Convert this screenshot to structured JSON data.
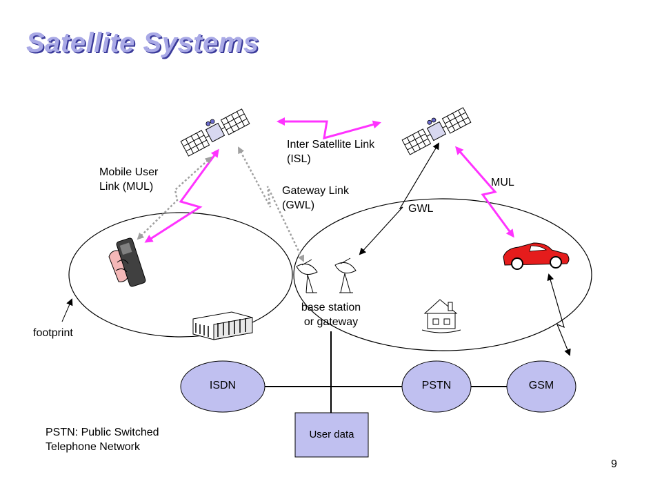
{
  "slide": {
    "title": "Satellite Systems",
    "page_number": "9"
  },
  "labels": {
    "isl": [
      "Inter Satellite Link",
      "(ISL)"
    ],
    "mul_left": [
      "Mobile User",
      "Link (MUL)"
    ],
    "gwl_left": [
      "Gateway Link",
      "(GWL)"
    ],
    "mul_right": "MUL",
    "gwl_right": "GWL",
    "base_station": [
      "base station",
      "or gateway"
    ],
    "footprint": "footprint",
    "legend": [
      "PSTN: Public Switched",
      "Telephone Network"
    ]
  },
  "networks": {
    "isdn": "ISDN",
    "pstn": "PSTN",
    "gsm": "GSM",
    "user_data": "User data"
  },
  "colors": {
    "title": "#a9a9e6",
    "title_shadow": "#3a3a9a",
    "radio_link": "#ff33ff",
    "network_fill": "#c0c0f0",
    "gateway_dotted": "#a0a0a0"
  },
  "icons": [
    "satellite-icon",
    "satellite-icon",
    "mobile-phone-icon",
    "office-building-icon",
    "satellite-dish-icon",
    "house-icon",
    "car-icon"
  ]
}
